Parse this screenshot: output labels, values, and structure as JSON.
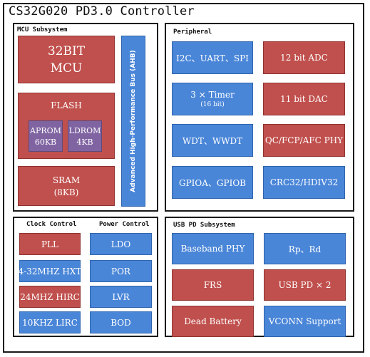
{
  "title": "CS32G020 PD3.0 Controller",
  "mcu": {
    "label": "MCU Subsystem",
    "core": {
      "line1": "32BIT",
      "line2": "MCU"
    },
    "flash": {
      "label": "FLASH",
      "aprom": {
        "name": "APROM",
        "size": "60KB"
      },
      "ldrom": {
        "name": "LDROM",
        "size": "4KB"
      }
    },
    "sram": {
      "label": "SRAM",
      "size": "(8KB)"
    },
    "bus": "Advanced High-Performance Bus (AHB)"
  },
  "peripheral": {
    "label": "Peripheral",
    "items": [
      {
        "text": "I2C、UART、SPI",
        "color": "blue"
      },
      {
        "text": "12 bit ADC",
        "color": "red"
      },
      {
        "text": "3 × Timer",
        "sub": "(16 bit)",
        "color": "blue"
      },
      {
        "text": "11 bit DAC",
        "color": "red"
      },
      {
        "text": "WDT、WWDT",
        "color": "blue"
      },
      {
        "text": "QC/FCP/AFC PHY",
        "color": "red"
      },
      {
        "text": "GPIOA、GPIOB",
        "color": "blue"
      },
      {
        "text": "CRC32/HDIV32",
        "color": "blue"
      }
    ]
  },
  "clock": {
    "label": "Clock Control",
    "items": [
      "PLL",
      "4-32MHZ HXT",
      "24MHZ HIRC",
      "10KHZ LIRC"
    ]
  },
  "power": {
    "label": "Power Control",
    "items": [
      "LDO",
      "POR",
      "LVR",
      "BOD"
    ]
  },
  "usb": {
    "label": "USB PD Subsystem",
    "items": [
      "Baseband PHY",
      "Rp、Rd",
      "FRS",
      "USB PD × 2",
      "Dead Battery",
      "VCONN Support"
    ]
  },
  "colors": {
    "red": "#c0504d",
    "blue": "#4a86d8",
    "purple": "#8064a2"
  }
}
